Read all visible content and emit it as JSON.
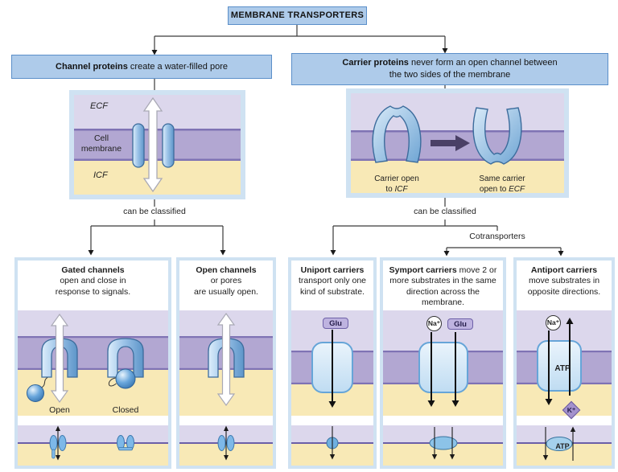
{
  "title": "MEMBRANE TRANSPORTERS",
  "flow": {
    "classify_left": "can be classified",
    "classify_right": "can be classified",
    "cotransporters": "Cotransporters"
  },
  "channel_branch": {
    "heading_bold": "Channel proteins",
    "heading_rest": " create a water-filled pore",
    "figure": {
      "ecf": "ECF",
      "cell_membrane": "Cell\nmembrane",
      "icf": "ICF"
    }
  },
  "carrier_branch": {
    "heading_bold": "Carrier proteins",
    "heading_rest": " never form an open channel between\nthe two sides of the membrane",
    "figure": {
      "open_icf_line1": "Carrier open",
      "open_icf_pre": "to ",
      "open_icf_term": "ICF",
      "open_ecf_line1": "Same carrier",
      "open_ecf_pre": "open to ",
      "open_ecf_term": "ECF"
    }
  },
  "panels": {
    "gated": {
      "title_bold": "Gated channels",
      "title_rest": "open and close in\nresponse to signals.",
      "open_label": "Open",
      "closed_label": "Closed"
    },
    "open": {
      "title_bold": "Open channels",
      "title_rest": "or pores\nare usually open."
    },
    "uniport": {
      "title_bold": "Uniport carriers",
      "title_rest": "transport only one\nkind of substrate.",
      "glu": "Glu"
    },
    "symport": {
      "title_bold": "Symport carriers",
      "title_rest": " move 2 or more substrates in the same direction across the membrane.",
      "na": "Na⁺",
      "glu": "Glu"
    },
    "antiport": {
      "title_bold": "Antiport carriers",
      "title_rest": "move substrates in\nopposite directions.",
      "na": "Na⁺",
      "atp": "ATP",
      "k": "K⁺",
      "atp_bottom": "ATP"
    }
  },
  "colors": {
    "node_fill": "#aecbea",
    "node_border": "#5b8fc9",
    "panel_frame": "#cfe2f2",
    "ecf_lavender": "#dcd7ec",
    "membrane_purple": "#b2a7d2",
    "membrane_edge": "#7f73b4",
    "icf_yellow": "#f8e9b6",
    "protein_blue": "#7db1de",
    "connector": "#3a3a3a"
  }
}
